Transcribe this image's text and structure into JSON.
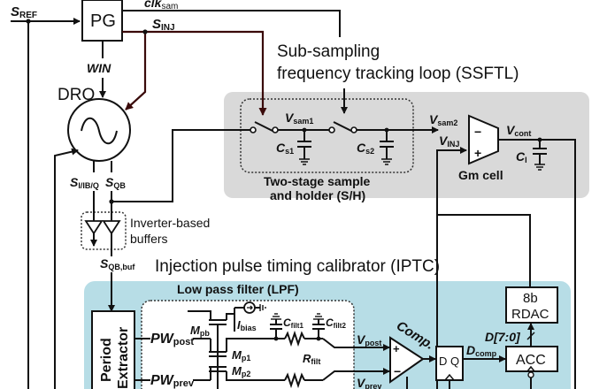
{
  "colors": {
    "ssftl_bg": "#d9d9d9",
    "iptc_bg": "#b7dde6",
    "injection_wire": "#5a1010",
    "wire": "#111111"
  },
  "signals": {
    "s_ref": "S",
    "s_ref_sub": "REF",
    "clk_sam": "clk",
    "clk_sam_sub": "sam",
    "s_inj": "S",
    "s_inj_sub": "INJ",
    "win": "WIN",
    "s_ib": "S",
    "s_ib_sub": "I/IB/Q",
    "s_qb": "S",
    "s_qb_sub": "QB",
    "s_qb_buf": "S",
    "s_qb_buf_sub": "QB,buf",
    "v_sam1": "V",
    "v_sam1_sub": "sam1",
    "v_sam2": "V",
    "v_sam2_sub": "sam2",
    "v_inj": "V",
    "v_inj_sub": "INJ",
    "v_cont": "V",
    "v_cont_sub": "cont",
    "v_post": "V",
    "v_post_sub": "post",
    "v_prev": "V",
    "v_prev_sub": "prev",
    "pw_post": "PW",
    "pw_post_sub": "post",
    "pw_prev": "PW",
    "pw_prev_sub": "prev",
    "d_comp": "D",
    "d_comp_sub": "comp",
    "d_bus": "D[7:0]"
  },
  "blocks": {
    "pg": "PG",
    "dro": "DRO",
    "gm_cell": "Gm cell",
    "inverter_buffers_line1": "Inverter-based",
    "inverter_buffers_line2": "buffers",
    "period_extractor_line1": "Period",
    "period_extractor_line2": "Extractor",
    "comp": "Comp.",
    "dff": "D Q",
    "acc": "ACC",
    "rdac_line1": "8b",
    "rdac_line2": "RDAC",
    "sh_line1": "Two-stage sample",
    "sh_line2": "and holder (S/H)",
    "lpf": "Low pass filter (LPF)"
  },
  "components": {
    "cs1": "C",
    "cs1_sub": "s1",
    "cs2": "C",
    "cs2_sub": "s2",
    "ci": "C",
    "ci_sub": "I",
    "mpb": "M",
    "mpb_sub": "pb",
    "mp1": "M",
    "mp1_sub": "p1",
    "mp2": "M",
    "mp2_sub": "p2",
    "ibias": "I",
    "ibias_sub": "bias",
    "cfilt1": "C",
    "cfilt1_sub": "filt1",
    "cfilt2": "C",
    "cfilt2_sub": "filt2",
    "rfilt": "R",
    "rfilt_sub": "filt"
  },
  "titles": {
    "ssftl_line1": "Sub-sampling",
    "ssftl_line2": "frequency tracking loop (SSFTL)",
    "iptc": "Injection pulse timing calibrator (IPTC)"
  },
  "polarity": {
    "minus": "−",
    "plus": "+"
  }
}
